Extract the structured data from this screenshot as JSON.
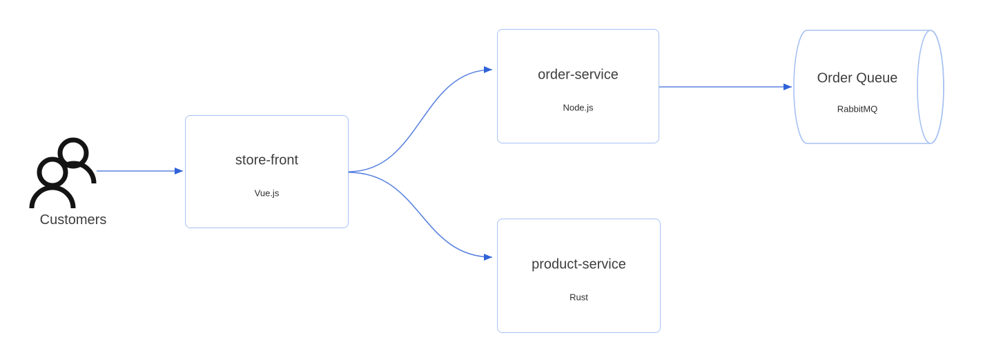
{
  "diagram": {
    "nodes": {
      "customers": {
        "label": "Customers",
        "icon": "users-icon",
        "shape": "actor"
      },
      "store_front": {
        "title": "store-front",
        "subtitle": "Vue.js",
        "shape": "rectangle"
      },
      "order_service": {
        "title": "order-service",
        "subtitle": "Node.js",
        "shape": "rectangle"
      },
      "product_service": {
        "title": "product-service",
        "subtitle": "Rust",
        "shape": "rectangle"
      },
      "order_queue": {
        "title": "Order Queue",
        "subtitle": "RabbitMQ",
        "shape": "cylinder"
      }
    },
    "edges": [
      {
        "from": "customers",
        "to": "store_front",
        "style": "straight-arrow"
      },
      {
        "from": "store_front",
        "to": "order_service",
        "style": "curved-arrow"
      },
      {
        "from": "store_front",
        "to": "product_service",
        "style": "curved-arrow"
      },
      {
        "from": "order_service",
        "to": "order_queue",
        "style": "straight-arrow"
      }
    ],
    "colors": {
      "node_border": "#a6c1f2",
      "edge_line": "#5b84e0",
      "edge_arrow": "#2f62d8",
      "node_text": "#3d3d3d",
      "subtitle_text": "#2d2d2d",
      "icon": "#141414",
      "background": "#ffffff"
    }
  }
}
